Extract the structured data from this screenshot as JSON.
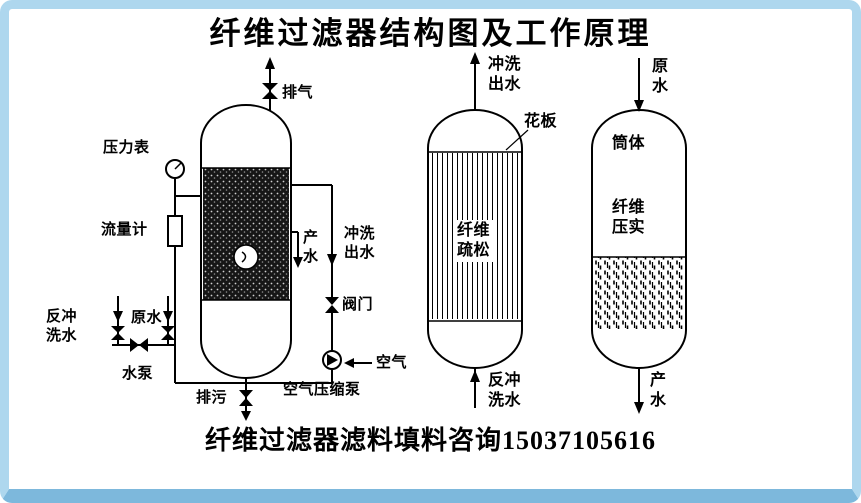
{
  "title": "纤维过滤器结构图及工作原理",
  "footer": "纤维过滤器滤料填料咨询15037105616",
  "colors": {
    "frame_light": "#aed7ee",
    "frame_bottom": "#7db8dc",
    "line": "#000000",
    "fiber_bed_dark": "#161616",
    "background": "#ffffff"
  },
  "left": {
    "labels": {
      "exhaust": "排气",
      "pressure_gauge": "压力表",
      "flow_meter": "流量计",
      "backwash_water": "反冲洗水",
      "raw_water": "原水",
      "water_pump": "水泵",
      "drain": "排污",
      "product_water": "产水",
      "flush_out_water": "冲洗出水",
      "valve": "阀门",
      "air": "空气",
      "air_compressor": "空气压缩泵"
    }
  },
  "middle": {
    "labels": {
      "flush_out_water": "冲洗出水",
      "plate": "花板",
      "fiber_loose": "纤维疏松",
      "backwash_water": "反冲洗水"
    }
  },
  "right": {
    "labels": {
      "raw_water": "原水",
      "shell": "筒体",
      "fiber_compact": "纤维压实",
      "product_water": "产水"
    }
  }
}
